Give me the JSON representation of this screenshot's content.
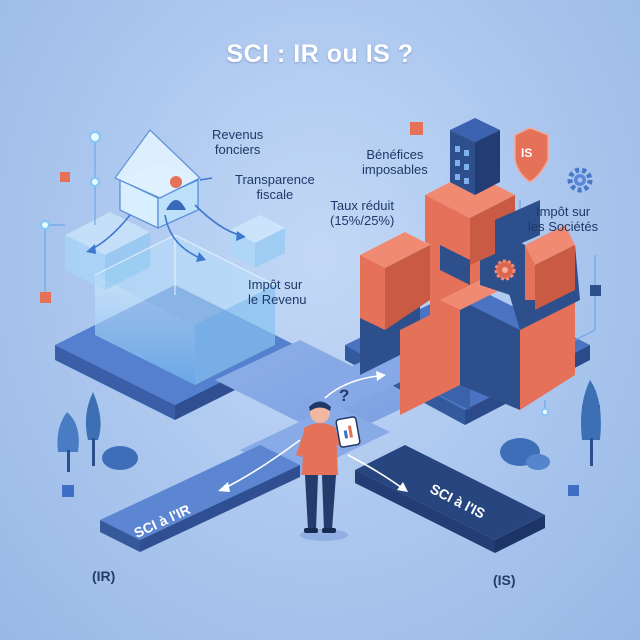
{
  "title": "SCI : IR ou IS ?",
  "labels": {
    "revenus_fonciers": "Revenus\nfonciers",
    "transparence_fiscale": "Transparence\nfiscale",
    "impot_revenu": "Impôt sur\nle Revenu",
    "benefices_imposables": "Bénéfices\nimposables",
    "taux_reduit": "Taux réduit\n(15%/25%)",
    "impot_societes": "Impôt sur\nles Sociétés"
  },
  "paths": {
    "ir_tile": "SCI à l'IR",
    "is_tile": "SCI à l'IS",
    "ir_paren": "(IR)",
    "is_paren": "(IS)"
  },
  "question_mark": "?",
  "shield_text": "IS",
  "colors": {
    "background": "#aac6ee",
    "navy_block": "#2d4f8c",
    "coral_block": "#e47158",
    "tile_blue": "#3f6fc4",
    "tile_navy": "#27467f",
    "glass": "#9fd0f4",
    "label_text": "#1f3868",
    "title_text": "#ffffff"
  }
}
